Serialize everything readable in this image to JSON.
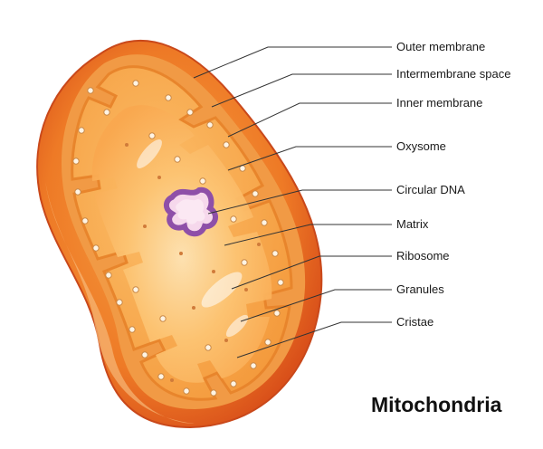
{
  "title": "Mitochondria",
  "labels": {
    "outer_membrane": "Outer membrane",
    "intermembrane_space": "Intermembrane space",
    "inner_membrane": "Inner membrane",
    "oxysome": "Oxysome",
    "circular_dna": "Circular DNA",
    "matrix": "Matrix",
    "ribosome": "Ribosome",
    "granules": "Granules",
    "cristae": "Cristae"
  },
  "colors": {
    "outer_membrane": "#e8621c",
    "intermembrane_space": "#f5a04a",
    "inner_membrane": "#f08a2e",
    "matrix": "#fbb45a",
    "circular_dna": "#8e4fa8",
    "leader_line": "#333333"
  }
}
